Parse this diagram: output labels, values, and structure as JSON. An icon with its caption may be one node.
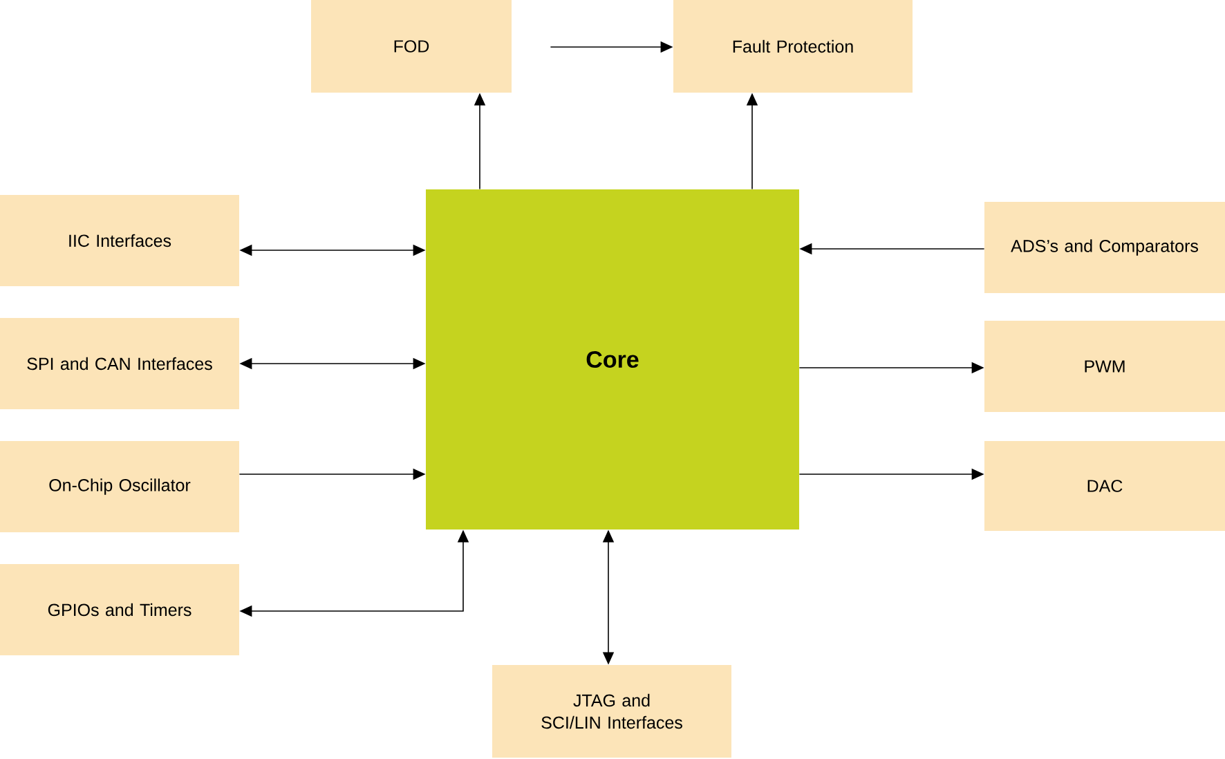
{
  "diagram": {
    "nodes": [
      {
        "text": [
          "Core"
        ]
      },
      {
        "text": [
          "FOD"
        ]
      },
      {
        "text": [
          "Fault Protection"
        ]
      },
      {
        "text": [
          "IIC Interfaces"
        ]
      },
      {
        "text": [
          "SPI and CAN Interfaces"
        ]
      },
      {
        "text": [
          "On-Chip Oscillator"
        ]
      },
      {
        "text": [
          "GPIOs and Timers"
        ]
      },
      {
        "text": [
          "ADS’s and Comparators"
        ]
      },
      {
        "text": [
          "PWM"
        ]
      },
      {
        "text": [
          "DAC"
        ]
      },
      {
        "text": [
          "JTAG and SCI/LIN Interfaces"
        ]
      }
    ],
    "edges": [
      {
        "from": 0,
        "to": 1,
        "arrow": "to"
      },
      {
        "from": 0,
        "to": 2,
        "arrow": "to"
      },
      {
        "from": 1,
        "to": 2,
        "arrow": "to"
      },
      {
        "from": 3,
        "to": 0,
        "arrow": "both"
      },
      {
        "from": 4,
        "to": 0,
        "arrow": "both"
      },
      {
        "from": 5,
        "to": 0,
        "arrow": "to"
      },
      {
        "from": 6,
        "to": 0,
        "arrow": "both"
      },
      {
        "from": 7,
        "to": 0,
        "arrow": "to"
      },
      {
        "from": 0,
        "to": 8,
        "arrow": "to"
      },
      {
        "from": 0,
        "to": 9,
        "arrow": "to"
      },
      {
        "from": 10,
        "to": 0,
        "arrow": "both"
      }
    ]
  }
}
